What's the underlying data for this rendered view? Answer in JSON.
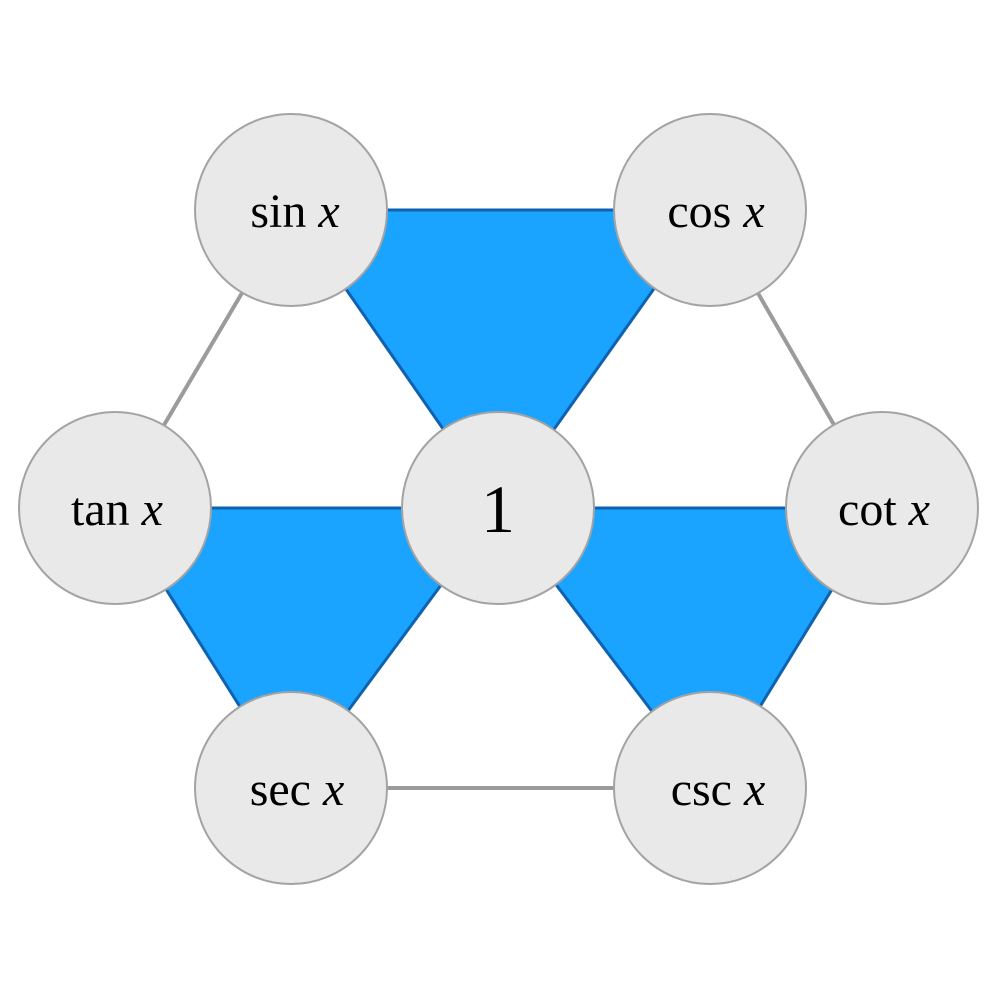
{
  "colors": {
    "triangle_fill": "#1aa3ff",
    "triangle_stroke": "#0e62b0",
    "node_fill": "#e9e9e9",
    "node_stroke": "#a3a3a3",
    "edge": "#9b9b9b"
  },
  "nodes": {
    "sin": {
      "fn": "sin",
      "var": "x"
    },
    "cos": {
      "fn": "cos",
      "var": "x"
    },
    "tan": {
      "fn": "tan",
      "var": "x"
    },
    "cot": {
      "fn": "cot",
      "var": "x"
    },
    "sec": {
      "fn": "sec",
      "var": "x"
    },
    "csc": {
      "fn": "csc",
      "var": "x"
    },
    "center": {
      "label": "1"
    }
  },
  "edges": [
    [
      "sin",
      "tan"
    ],
    [
      "cos",
      "cot"
    ],
    [
      "sec",
      "csc"
    ]
  ],
  "triangles": [
    [
      "sin",
      "cos",
      "center"
    ],
    [
      "tan",
      "center",
      "sec"
    ],
    [
      "center",
      "cot",
      "csc"
    ]
  ]
}
